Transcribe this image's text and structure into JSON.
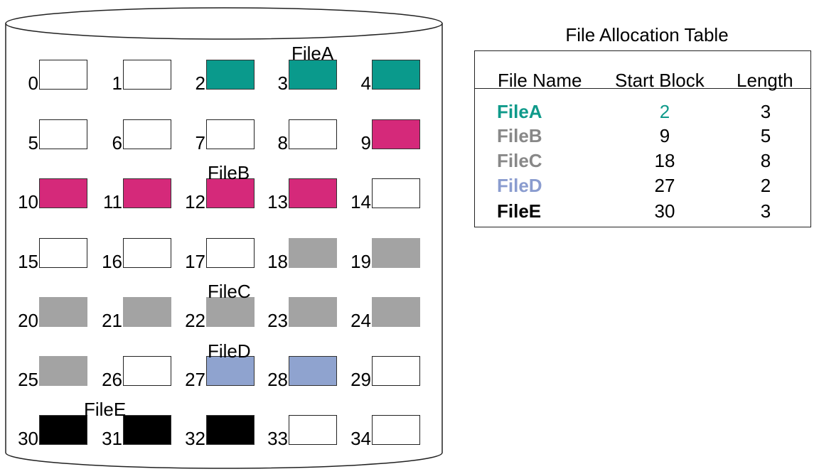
{
  "fat": {
    "title": "File Allocation Table",
    "headers": {
      "name": "File Name",
      "start": "Start Block",
      "length": "Length"
    },
    "rows": [
      {
        "name": "FileA",
        "start": "2",
        "length": "3",
        "color": "#0f9a8a",
        "start_color": "#0f9a8a"
      },
      {
        "name": "FileB",
        "start": "9",
        "length": "5",
        "color": "#888888",
        "start_color": "#000000"
      },
      {
        "name": "FileC",
        "start": "18",
        "length": "8",
        "color": "#888888",
        "start_color": "#000000"
      },
      {
        "name": "FileD",
        "start": "27",
        "length": "2",
        "color": "#8a9ccf",
        "start_color": "#000000"
      },
      {
        "name": "FileE",
        "start": "30",
        "length": "3",
        "color": "#000000",
        "start_color": "#000000"
      }
    ]
  },
  "disk": {
    "colors": {
      "FileA": "#0a9a8c",
      "FileB": "#d5297a",
      "FileC": "#a3a3a3",
      "FileD": "#8fa3cf",
      "FileE": "#000000"
    },
    "blocks": [
      {
        "num": "0",
        "file": null
      },
      {
        "num": "1",
        "file": null
      },
      {
        "num": "2",
        "file": "FileA"
      },
      {
        "num": "3",
        "file": "FileA"
      },
      {
        "num": "4",
        "file": "FileA"
      },
      {
        "num": "5",
        "file": null
      },
      {
        "num": "6",
        "file": null
      },
      {
        "num": "7",
        "file": null
      },
      {
        "num": "8",
        "file": null
      },
      {
        "num": "9",
        "file": "FileB"
      },
      {
        "num": "10",
        "file": "FileB"
      },
      {
        "num": "11",
        "file": "FileB"
      },
      {
        "num": "12",
        "file": "FileB"
      },
      {
        "num": "13",
        "file": "FileB"
      },
      {
        "num": "14",
        "file": null
      },
      {
        "num": "15",
        "file": null
      },
      {
        "num": "16",
        "file": null
      },
      {
        "num": "17",
        "file": null
      },
      {
        "num": "18",
        "file": "FileC"
      },
      {
        "num": "19",
        "file": "FileC"
      },
      {
        "num": "20",
        "file": "FileC"
      },
      {
        "num": "21",
        "file": "FileC"
      },
      {
        "num": "22",
        "file": "FileC"
      },
      {
        "num": "23",
        "file": "FileC"
      },
      {
        "num": "24",
        "file": "FileC"
      },
      {
        "num": "25",
        "file": "FileC"
      },
      {
        "num": "26",
        "file": null
      },
      {
        "num": "27",
        "file": "FileD"
      },
      {
        "num": "28",
        "file": "FileD"
      },
      {
        "num": "29",
        "file": null
      },
      {
        "num": "30",
        "file": "FileE"
      },
      {
        "num": "31",
        "file": "FileE"
      },
      {
        "num": "32",
        "file": "FileE"
      },
      {
        "num": "33",
        "file": null
      },
      {
        "num": "34",
        "file": null
      }
    ],
    "file_labels": [
      {
        "text": "FileA"
      },
      {
        "text": "FileB"
      },
      {
        "text": "FileC"
      },
      {
        "text": "FileD"
      },
      {
        "text": "FileE"
      }
    ]
  }
}
